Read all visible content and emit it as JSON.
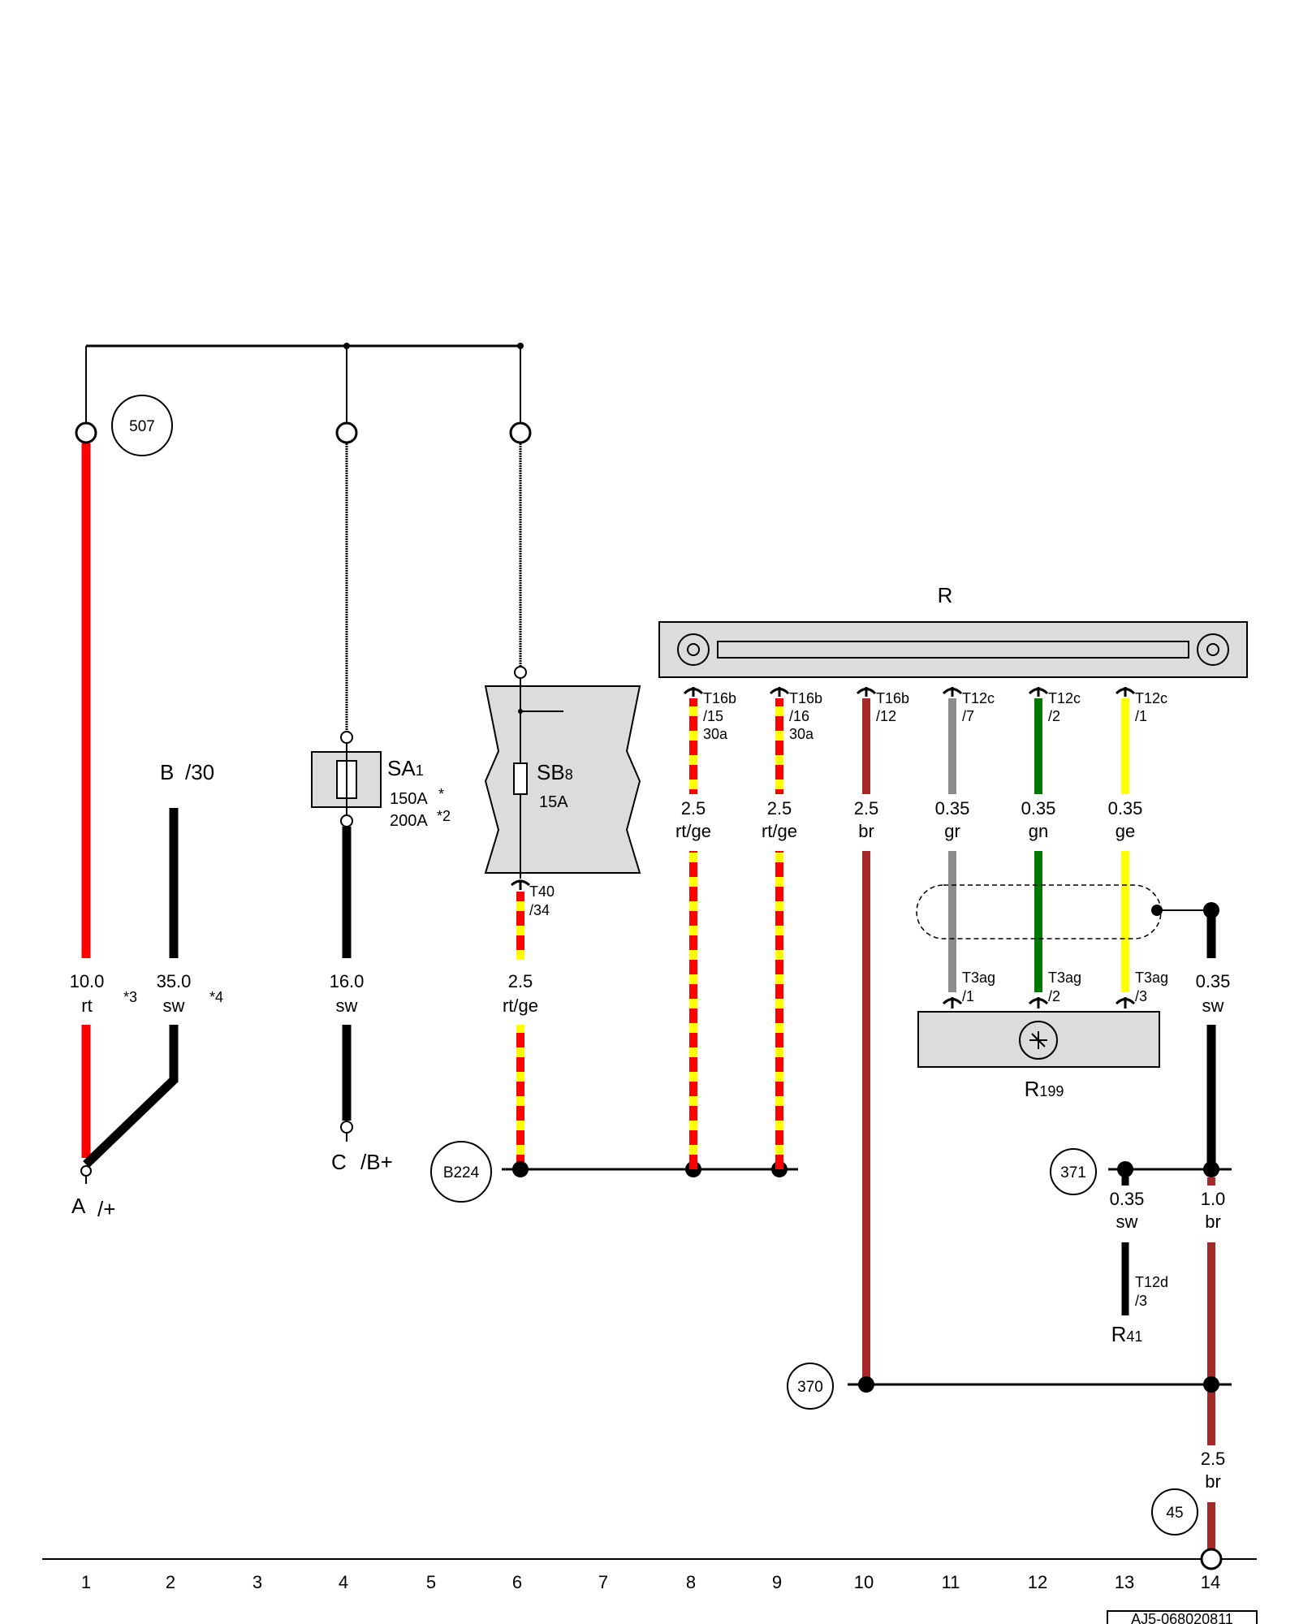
{
  "diagram": {
    "column_numbers": [
      "1",
      "2",
      "3",
      "4",
      "5",
      "6",
      "7",
      "8",
      "9",
      "10",
      "11",
      "12",
      "13",
      "14"
    ],
    "document_id": "AJ5-068020811",
    "refs": {
      "r507": "507",
      "r224": "B224",
      "r371": "371",
      "r370": "370",
      "r45": "45"
    },
    "terminals": {
      "a_letter": "A",
      "a_sub": "/+",
      "b_letter": "B",
      "b_sub": "/30",
      "c_letter": "C",
      "c_sub": "/B+"
    },
    "components": {
      "sa1_main": "SA",
      "sa1_sub": "1",
      "sa1_rating1": "150A",
      "sa1_mark1": "*",
      "sa1_rating2": "200A",
      "sa1_mark2": "*2",
      "sb8_main": "SB",
      "sb8_sub": "8",
      "sb8_rating": "15A",
      "r_label": "R",
      "r199_main": "R",
      "r199_sub": "199",
      "r41_main": "R",
      "r41_sub": "41"
    },
    "connectors": {
      "t40": "T40",
      "t40_pin": "/34",
      "t16b_15": "T16b",
      "t16b_15_pin": "/15",
      "t16b_15_term": "30a",
      "t16b_16": "T16b",
      "t16b_16_pin": "/16",
      "t16b_16_term": "30a",
      "t16b_12": "T16b",
      "t16b_12_pin": "/12",
      "t12c_7": "T12c",
      "t12c_7_pin": "/7",
      "t12c_2": "T12c",
      "t12c_2_pin": "/2",
      "t12c_1": "T12c",
      "t12c_1_pin": "/1",
      "t3ag_1": "T3ag",
      "t3ag_1_pin": "/1",
      "t3ag_2": "T3ag",
      "t3ag_2_pin": "/2",
      "t3ag_3": "T3ag",
      "t3ag_3_pin": "/3",
      "t12d_3": "T12d",
      "t12d_3_pin": "/3"
    },
    "wires": {
      "w1": {
        "size": "10.0",
        "color": "rt"
      },
      "w1_note": "*3",
      "w2": {
        "size": "35.0",
        "color": "sw"
      },
      "w2_note": "*4",
      "w4": {
        "size": "16.0",
        "color": "sw"
      },
      "w6": {
        "size": "2.5",
        "color": "rt/ge"
      },
      "w8": {
        "size": "2.5",
        "color": "rt/ge"
      },
      "w9": {
        "size": "2.5",
        "color": "rt/ge"
      },
      "w10": {
        "size": "2.5",
        "color": "br"
      },
      "w11": {
        "size": "0.35",
        "color": "gr"
      },
      "w12": {
        "size": "0.35",
        "color": "gn"
      },
      "w13": {
        "size": "0.35",
        "color": "ge"
      },
      "w14a": {
        "size": "0.35",
        "color": "sw"
      },
      "w13b": {
        "size": "0.35",
        "color": "sw"
      },
      "w14b": {
        "size": "1.0",
        "color": "br"
      },
      "w14c": {
        "size": "2.5",
        "color": "br"
      }
    },
    "colors": {
      "rt": "#ff0000",
      "ge": "#ffff00",
      "sw": "#000000",
      "br": "#a52a2a",
      "gr": "#8c8c8c",
      "gn": "#007700",
      "component_fill": "#dcdcdc"
    }
  }
}
